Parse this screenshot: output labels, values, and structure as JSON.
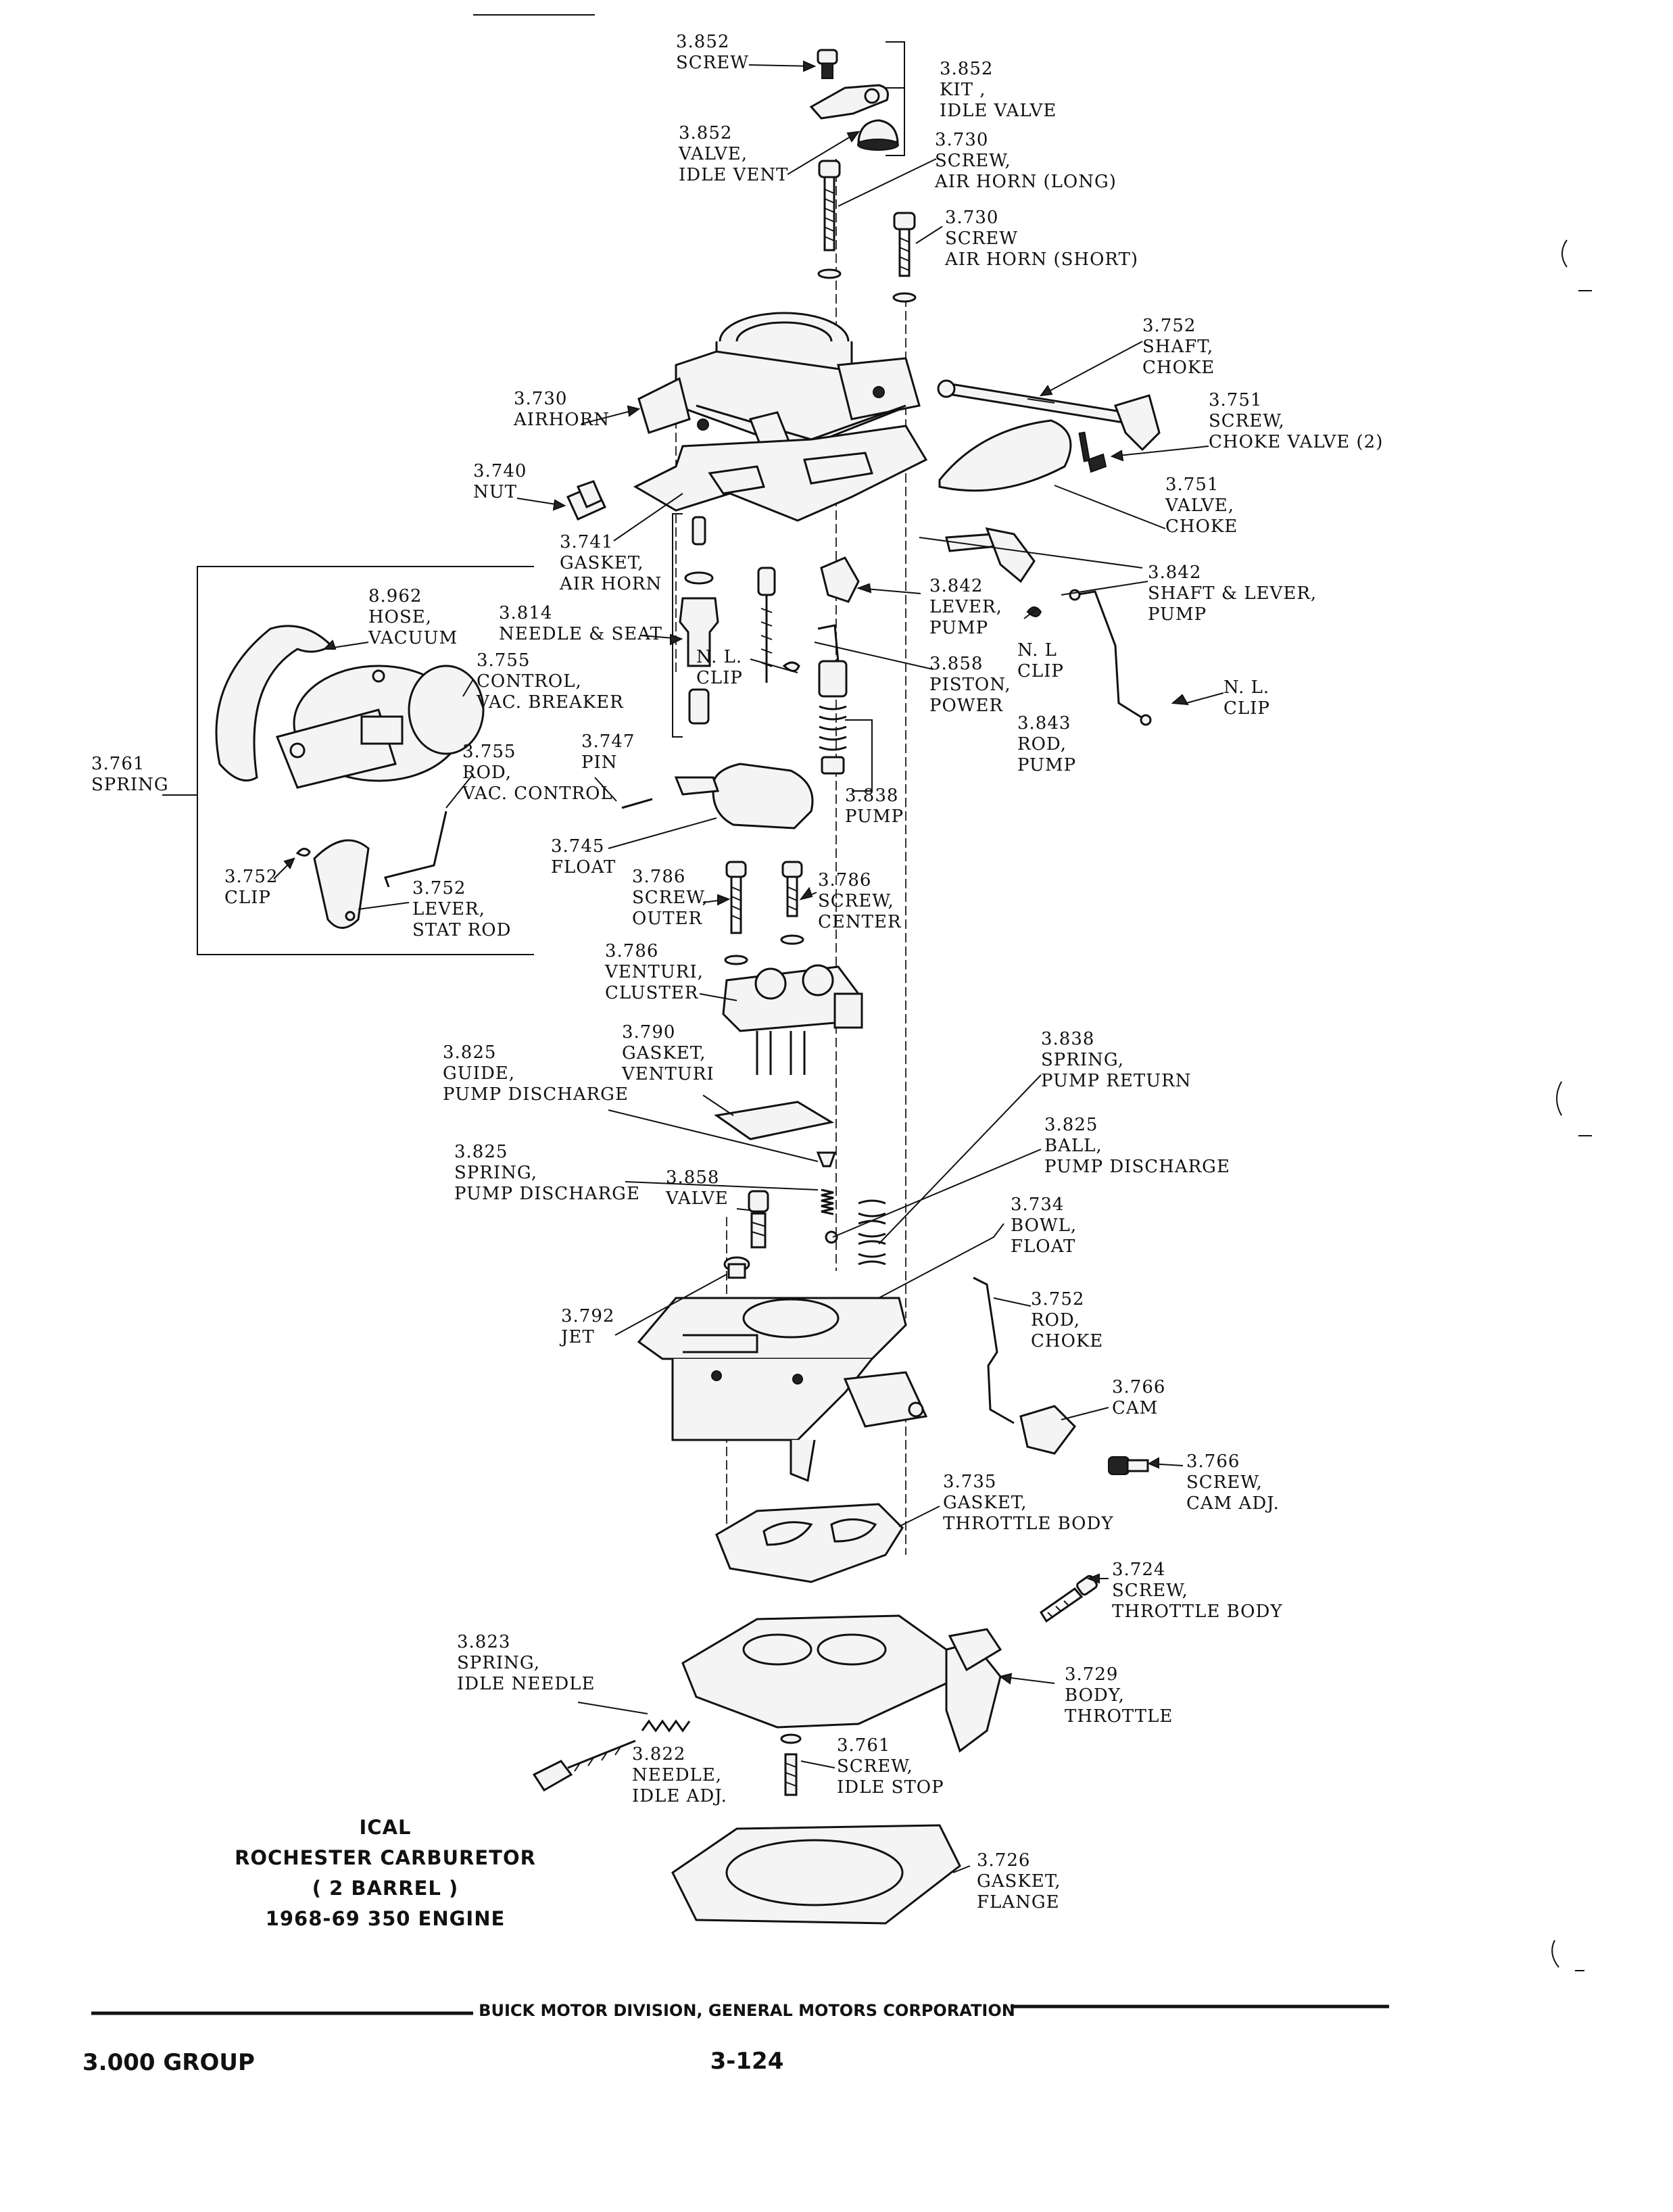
{
  "callouts": [
    {
      "id": "c01",
      "lines": [
        "3.852",
        "SCREW"
      ]
    },
    {
      "id": "c02",
      "lines": [
        "3.852",
        "KIT ,",
        "IDLE VALVE"
      ]
    },
    {
      "id": "c03",
      "lines": [
        "3.852",
        "VALVE,",
        "IDLE VENT"
      ]
    },
    {
      "id": "c04",
      "lines": [
        "3.730",
        "SCREW,",
        "AIR HORN (LONG)"
      ]
    },
    {
      "id": "c05",
      "lines": [
        "3.730",
        "SCREW",
        "AIR HORN (SHORT)"
      ]
    },
    {
      "id": "c06",
      "lines": [
        "3.752",
        "SHAFT,",
        "CHOKE"
      ]
    },
    {
      "id": "c07",
      "lines": [
        "3.730",
        "AIRHORN"
      ]
    },
    {
      "id": "c08",
      "lines": [
        "3.751",
        "SCREW,",
        "CHOKE VALVE (2)"
      ]
    },
    {
      "id": "c09",
      "lines": [
        "3.740",
        "NUT"
      ]
    },
    {
      "id": "c10",
      "lines": [
        "3.751",
        "VALVE,",
        "CHOKE"
      ]
    },
    {
      "id": "c11",
      "lines": [
        "3.741",
        "GASKET,",
        "AIR HORN"
      ]
    },
    {
      "id": "c12",
      "lines": [
        "3.842",
        "SHAFT & LEVER,",
        "PUMP"
      ]
    },
    {
      "id": "c13",
      "lines": [
        "8.962",
        "HOSE,",
        "VACUUM"
      ]
    },
    {
      "id": "c14",
      "lines": [
        "3.814",
        "NEEDLE & SEAT"
      ]
    },
    {
      "id": "c15",
      "lines": [
        "3.842",
        "LEVER,",
        "PUMP"
      ]
    },
    {
      "id": "c16",
      "lines": [
        "N. L",
        "CLIP"
      ]
    },
    {
      "id": "c17",
      "lines": [
        "3.755",
        "CONTROL,",
        "VAC. BREAKER"
      ]
    },
    {
      "id": "c18",
      "lines": [
        "3.858",
        "PISTON,",
        "POWER"
      ]
    },
    {
      "id": "c19",
      "lines": [
        "N. L.",
        "CLIP"
      ]
    },
    {
      "id": "c20",
      "lines": [
        "N. L.",
        "CLIP"
      ]
    },
    {
      "id": "c21",
      "lines": [
        "3.843",
        "ROD,",
        "PUMP"
      ]
    },
    {
      "id": "c22",
      "lines": [
        "3.761",
        "SPRING"
      ]
    },
    {
      "id": "c23",
      "lines": [
        "3.755",
        "ROD,",
        "VAC. CONTROL"
      ]
    },
    {
      "id": "c24",
      "lines": [
        "3.747",
        "PIN"
      ]
    },
    {
      "id": "c25",
      "lines": [
        "3.838",
        "PUMP"
      ]
    },
    {
      "id": "c26",
      "lines": [
        "3.745",
        "FLOAT"
      ]
    },
    {
      "id": "c27",
      "lines": [
        "3.786",
        "SCREW,",
        "OUTER"
      ]
    },
    {
      "id": "c28",
      "lines": [
        "3.786",
        "SCREW,",
        "CENTER"
      ]
    },
    {
      "id": "c29",
      "lines": [
        "3.752",
        "CLIP"
      ]
    },
    {
      "id": "c30",
      "lines": [
        "3.752",
        "LEVER,",
        "STAT ROD"
      ]
    },
    {
      "id": "c31",
      "lines": [
        "3.786",
        "VENTURI,",
        "CLUSTER"
      ]
    },
    {
      "id": "c32",
      "lines": [
        "3.838",
        "SPRING,",
        "PUMP RETURN"
      ]
    },
    {
      "id": "c33",
      "lines": [
        "3.825",
        "GUIDE,",
        "PUMP DISCHARGE"
      ]
    },
    {
      "id": "c34",
      "lines": [
        "3.790",
        "GASKET,",
        "VENTURI"
      ]
    },
    {
      "id": "c35",
      "lines": [
        "3.825",
        "BALL,",
        "PUMP DISCHARGE"
      ]
    },
    {
      "id": "c36",
      "lines": [
        "3.825",
        "SPRING,",
        "PUMP DISCHARGE"
      ]
    },
    {
      "id": "c37",
      "lines": [
        "3.858",
        "VALVE"
      ]
    },
    {
      "id": "c38",
      "lines": [
        "3.734",
        "BOWL,",
        "FLOAT"
      ]
    },
    {
      "id": "c39",
      "lines": [
        "3.752",
        "ROD,",
        "CHOKE"
      ]
    },
    {
      "id": "c40",
      "lines": [
        "3.792",
        "JET"
      ]
    },
    {
      "id": "c41",
      "lines": [
        "3.766",
        "CAM"
      ]
    },
    {
      "id": "c42",
      "lines": [
        "3.766",
        "SCREW,",
        "CAM ADJ."
      ]
    },
    {
      "id": "c43",
      "lines": [
        "3.735",
        "GASKET,",
        "THROTTLE BODY"
      ]
    },
    {
      "id": "c44",
      "lines": [
        "3.724",
        "SCREW,",
        "THROTTLE BODY"
      ]
    },
    {
      "id": "c45",
      "lines": [
        "3.823",
        "SPRING,",
        "IDLE NEEDLE"
      ]
    },
    {
      "id": "c46",
      "lines": [
        "3.729",
        "BODY,",
        "THROTTLE"
      ]
    },
    {
      "id": "c47",
      "lines": [
        "3.822",
        "NEEDLE,",
        "IDLE ADJ."
      ]
    },
    {
      "id": "c48",
      "lines": [
        "3.761",
        "SCREW,",
        "IDLE STOP"
      ]
    },
    {
      "id": "c49",
      "lines": [
        "3.726",
        "GASKET,",
        "FLANGE"
      ]
    }
  ],
  "caption": [
    "ICAL",
    "ROCHESTER CARBURETOR",
    "( 2 BARREL )",
    "1968-69 350 ENGINE"
  ],
  "footer": {
    "publisher": "BUICK MOTOR DIVISION, GENERAL MOTORS CORPORATION",
    "group": "3.000 GROUP",
    "page": "3-124"
  },
  "colors": {
    "ink": "#111111",
    "paper": "#ffffff"
  }
}
